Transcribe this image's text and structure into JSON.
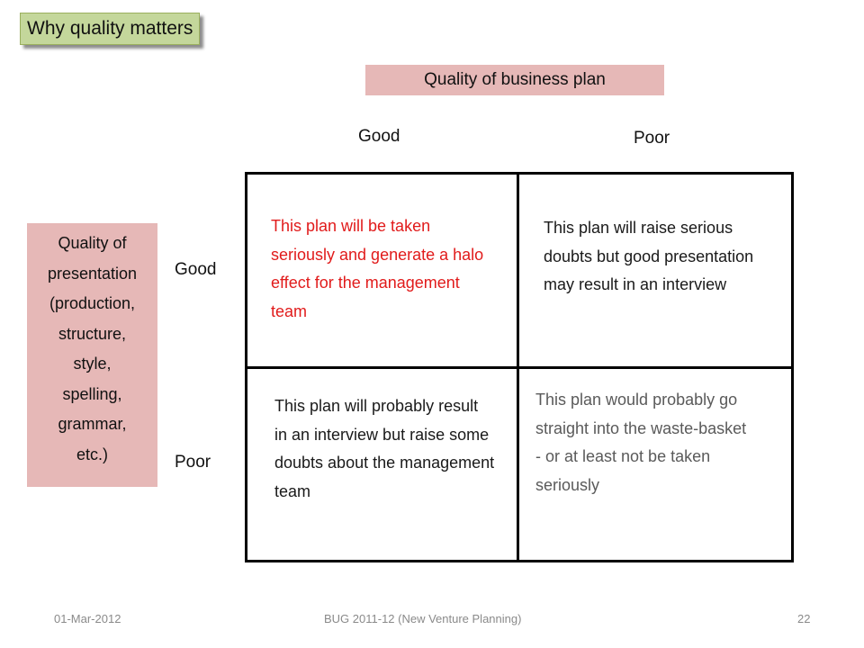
{
  "slide": {
    "title": "Why quality matters",
    "column_header": "Quality of business plan",
    "column_labels": [
      "Good",
      "Poor"
    ],
    "row_header": "Quality of presentation (production, structure, style, spelling, grammar, etc.)",
    "row_header_lines": [
      "Quality of",
      "presentation",
      "(production,",
      "structure,",
      "style,",
      "spelling,",
      "grammar,",
      "etc.)"
    ],
    "row_labels": [
      "Good",
      "Poor"
    ],
    "cells": {
      "good_good": "This plan will be taken seriously and generate a halo effect for the management team",
      "good_poor": "This plan will raise serious doubts but good presentation may result in an interview",
      "poor_good": "This plan will probably result in an interview but raise some doubts about the management team",
      "poor_poor": "This plan would probably go straight into the waste-basket - or at least not be taken seriously"
    },
    "colors": {
      "title_bg": "#c4d79b",
      "header_bg": "#e6b8b7",
      "highlight_text": "#e11b1b",
      "muted_text": "#5a5a5a"
    }
  },
  "footer": {
    "date": "01-Mar-2012",
    "course": "BUG 2011-12 (New Venture Planning)",
    "page": "22"
  }
}
